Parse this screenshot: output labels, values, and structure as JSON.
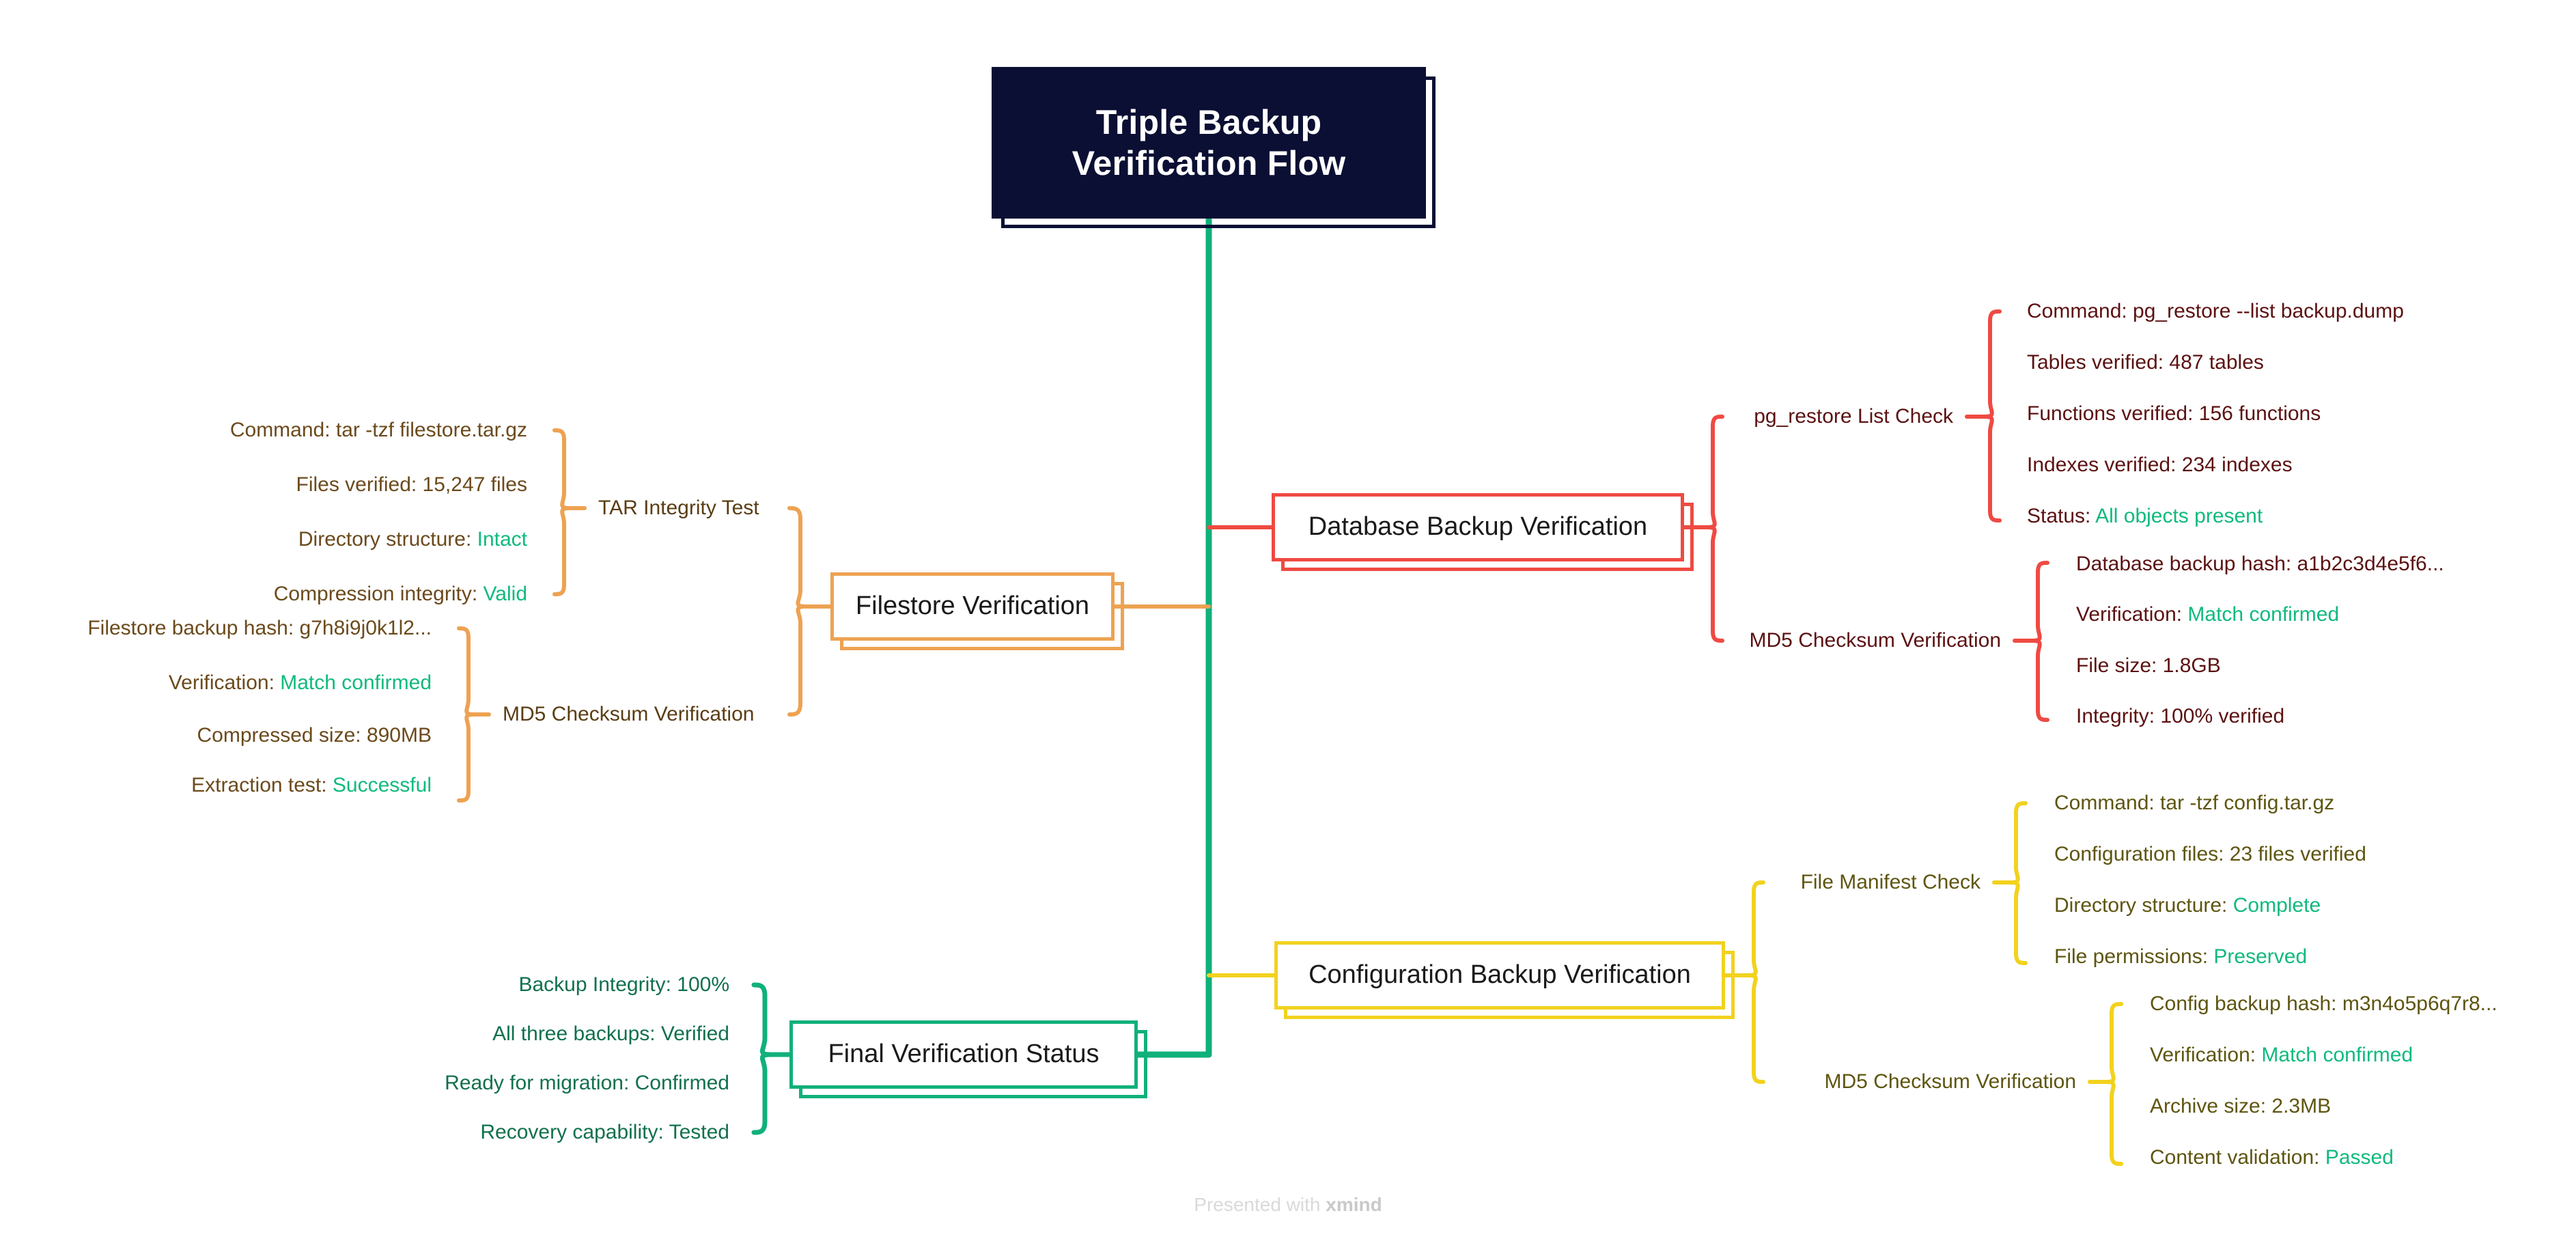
{
  "root": {
    "title_line1": "Triple Backup",
    "title_line2": "Verification Flow"
  },
  "watermark": {
    "prefix": "Presented with ",
    "brand": "xmind"
  },
  "colors": {
    "root_bg": "#0b0f33",
    "filestore": "#eda252",
    "database": "#ef4a42",
    "config": "#f2d21e",
    "final": "#11b07b",
    "highlight": "#0fba7d"
  },
  "branches": [
    {
      "id": "filestore",
      "label": "Filestore Verification",
      "side": "left",
      "color": "#eda252",
      "subs": [
        {
          "label": "TAR Integrity Test",
          "leaves": [
            {
              "text": "Command: tar -tzf filestore.tar.gz",
              "value": ""
            },
            {
              "text": "Files verified: 15,247 files",
              "value": ""
            },
            {
              "text": "Directory structure: ",
              "value": "Intact"
            },
            {
              "text": "Compression integrity: ",
              "value": "Valid"
            }
          ]
        },
        {
          "label": "MD5 Checksum Verification",
          "leaves": [
            {
              "text": "Filestore backup hash: g7h8i9j0k1l2...",
              "value": ""
            },
            {
              "text": "Verification: ",
              "value": "Match confirmed"
            },
            {
              "text": "Compressed size: 890MB",
              "value": ""
            },
            {
              "text": "Extraction test: ",
              "value": "Successful"
            }
          ]
        }
      ]
    },
    {
      "id": "database",
      "label": "Database Backup Verification",
      "side": "right",
      "color": "#ef4a42",
      "subs": [
        {
          "label": "pg_restore List Check",
          "leaves": [
            {
              "text": "Command: pg_restore --list backup.dump",
              "value": ""
            },
            {
              "text": "Tables verified: 487 tables",
              "value": ""
            },
            {
              "text": "Functions verified: 156 functions",
              "value": ""
            },
            {
              "text": "Indexes verified: 234 indexes",
              "value": ""
            },
            {
              "text": "Status: ",
              "value": "All objects present"
            }
          ]
        },
        {
          "label": "MD5 Checksum Verification",
          "leaves": [
            {
              "text": "Database backup hash: a1b2c3d4e5f6...",
              "value": ""
            },
            {
              "text": "Verification: ",
              "value": "Match confirmed"
            },
            {
              "text": "File size: 1.8GB",
              "value": ""
            },
            {
              "text": "Integrity: 100% verified",
              "value": ""
            }
          ]
        }
      ]
    },
    {
      "id": "config",
      "label": "Configuration Backup Verification",
      "side": "right",
      "color": "#f2d21e",
      "subs": [
        {
          "label": "File Manifest Check",
          "leaves": [
            {
              "text": "Command: tar -tzf config.tar.gz",
              "value": ""
            },
            {
              "text": "Configuration files: 23 files verified",
              "value": ""
            },
            {
              "text": "Directory structure: ",
              "value": "Complete"
            },
            {
              "text": "File permissions: ",
              "value": "Preserved"
            }
          ]
        },
        {
          "label": "MD5 Checksum Verification",
          "leaves": [
            {
              "text": "Config backup hash: m3n4o5p6q7r8...",
              "value": ""
            },
            {
              "text": "Verification: ",
              "value": "Match confirmed"
            },
            {
              "text": "Archive size: 2.3MB",
              "value": ""
            },
            {
              "text": "Content validation: ",
              "value": "Passed"
            }
          ]
        }
      ]
    },
    {
      "id": "final",
      "label": "Final Verification Status",
      "side": "left",
      "color": "#11b07b",
      "subs": [
        {
          "label": "",
          "leaves": [
            {
              "text": "Backup Integrity: 100%",
              "value": ""
            },
            {
              "text": "All three backups: Verified",
              "value": ""
            },
            {
              "text": "Ready for migration: Confirmed",
              "value": ""
            },
            {
              "text": "Recovery capability: Tested",
              "value": ""
            }
          ]
        }
      ]
    }
  ]
}
